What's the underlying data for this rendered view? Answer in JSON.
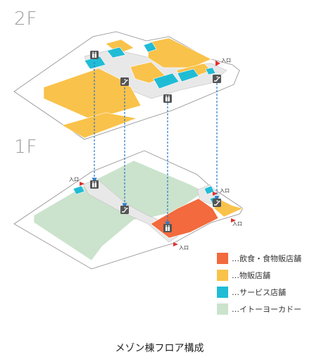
{
  "floors": {
    "upper": "2F",
    "lower": "1F"
  },
  "entrance_label": "入口",
  "legend": [
    {
      "label": "…飲食・食物販店舗",
      "color": "#f26a3d"
    },
    {
      "label": "…物販店舗",
      "color": "#f9c24a"
    },
    {
      "label": "…サービス店舗",
      "color": "#20bcd6"
    },
    {
      "label": "…イトーヨーカドー",
      "color": "#cbe3cc"
    }
  ],
  "caption": "メゾン棟フロア構成",
  "colors": {
    "floor_base": "#ffffff",
    "outline": "#8c8c8c",
    "corridor": "#e6e6e6",
    "connector": "#2b7bc9",
    "icon_bg": "#555555"
  },
  "icons": [
    "elevator-icon",
    "escalator-icon"
  ]
}
